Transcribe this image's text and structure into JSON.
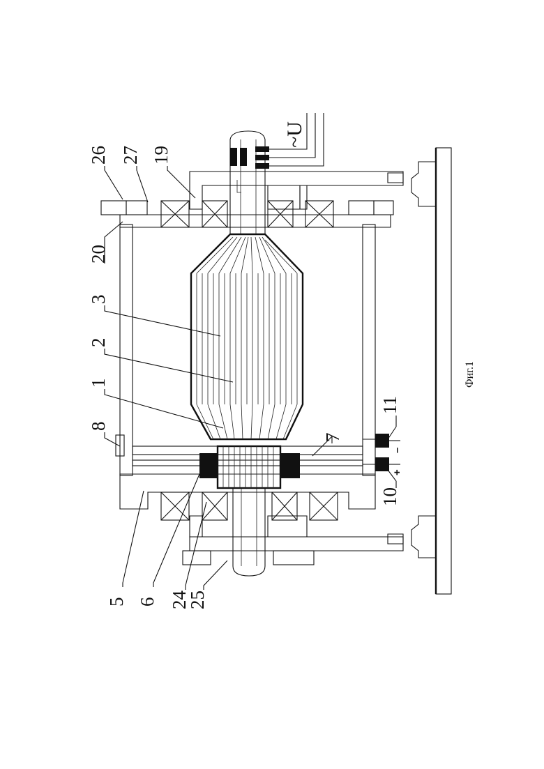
{
  "figure": {
    "caption": "Фиг.1",
    "voltage_label": "~U",
    "plus_sign": "+",
    "minus_sign": "–"
  },
  "callouts": [
    {
      "id": "26",
      "text": "26"
    },
    {
      "id": "27",
      "text": "27"
    },
    {
      "id": "19",
      "text": "19"
    },
    {
      "id": "20",
      "text": "20"
    },
    {
      "id": "3",
      "text": "3"
    },
    {
      "id": "2",
      "text": "2"
    },
    {
      "id": "1",
      "text": "1"
    },
    {
      "id": "8",
      "text": "8"
    },
    {
      "id": "11",
      "text": "11"
    },
    {
      "id": "10",
      "text": "10"
    },
    {
      "id": "7",
      "text": "7"
    },
    {
      "id": "5",
      "text": "5"
    },
    {
      "id": "6",
      "text": "6"
    },
    {
      "id": "24",
      "text": "24"
    },
    {
      "id": "25",
      "text": "25"
    }
  ]
}
